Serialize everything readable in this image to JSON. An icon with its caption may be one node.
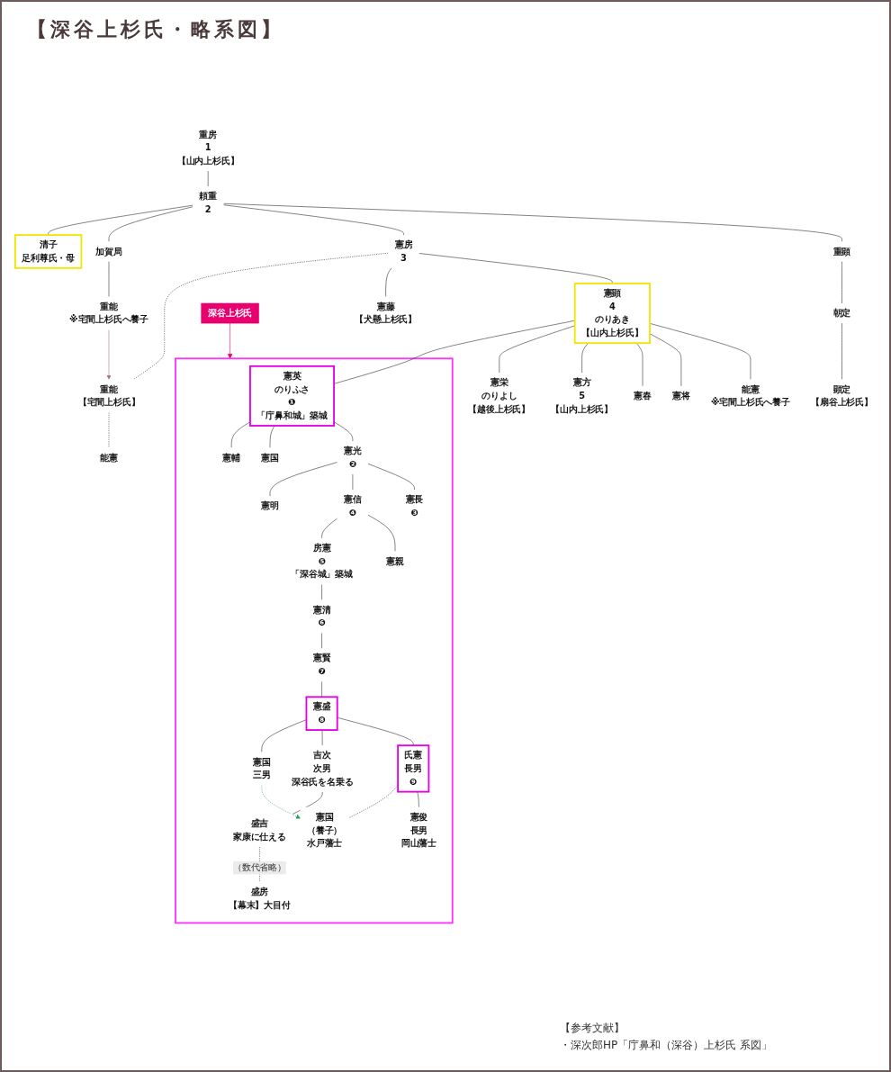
{
  "diagram": {
    "title": "【深谷上杉氏・略系図】",
    "nodes": [
      {
        "text": [
          "重房",
          "1",
          "【山内上杉氏】"
        ]
      },
      {
        "text": [
          "頼重",
          "2"
        ]
      },
      {
        "text": [
          "清子",
          "足利尊氏・母"
        ]
      },
      {
        "text": [
          "加賀局"
        ]
      },
      {
        "text": [
          "重能",
          "※宅間上杉氏へ養子"
        ]
      },
      {
        "text": [
          "憲房",
          "3"
        ]
      },
      {
        "text": [
          "重能",
          "【宅間上杉氏】"
        ]
      },
      {
        "text": [
          "能憲"
        ]
      },
      {
        "text": [
          "憲藤",
          "【犬懸上杉氏】"
        ]
      },
      {
        "text": [
          "深谷上杉氏"
        ]
      },
      {
        "text": [
          "憲顕",
          "4",
          "のりあき",
          "【山内上杉氏】"
        ]
      },
      {
        "text": [
          "重顕"
        ]
      },
      {
        "text": [
          "朝定"
        ]
      },
      {
        "text": [
          "顕定",
          "【扇谷上杉氏】"
        ]
      },
      {
        "text": [],
        "shape": "box"
      },
      {
        "text": [
          "憲英",
          "のりふさ",
          "❶",
          "「庁鼻和城」築城"
        ],
        "in": 14
      },
      {
        "text": [
          "憲栄",
          "のりよし",
          "【越後上杉氏】"
        ]
      },
      {
        "text": [
          "憲方",
          "5",
          "【山内上杉氏】"
        ]
      },
      {
        "text": [
          "憲春"
        ]
      },
      {
        "text": [
          "憲将"
        ]
      },
      {
        "text": [
          "能憲",
          "※宅間上杉氏へ養子"
        ]
      },
      {
        "text": [
          "憲輔"
        ],
        "in": 14
      },
      {
        "text": [
          "憲国"
        ],
        "in": 14
      },
      {
        "text": [
          "憲光",
          "❷"
        ],
        "in": 14
      },
      {
        "text": [
          "憲明"
        ],
        "in": 14
      },
      {
        "text": [
          "憲信",
          "❹"
        ],
        "in": 14
      },
      {
        "text": [
          "憲長",
          "❸"
        ],
        "in": 14
      },
      {
        "text": [
          "房憲",
          "❺",
          "「深谷城」築城"
        ],
        "in": 14
      },
      {
        "text": [
          "憲親"
        ],
        "in": 14
      },
      {
        "text": [
          "憲清",
          "❻"
        ],
        "in": 14
      },
      {
        "text": [
          "憲賢",
          "❼"
        ],
        "in": 14
      },
      {
        "text": [
          "憲盛",
          "❽"
        ],
        "in": 14
      },
      {
        "text": [
          "憲国",
          "三男"
        ],
        "in": 14
      },
      {
        "text": [
          "吉次",
          "次男",
          "深谷氏を名乗る"
        ],
        "in": 14
      },
      {
        "text": [
          "氏憲",
          "長男",
          "❾"
        ],
        "in": 14
      },
      {
        "text": [
          "盛吉",
          "家康に仕える"
        ],
        "in": 14
      },
      {
        "text": [
          "憲国",
          "（養子）",
          "水戸藩士"
        ],
        "in": 14
      },
      {
        "text": [
          "憲俊",
          "長男",
          "岡山藩士"
        ],
        "in": 14
      },
      {
        "text": [
          "盛房",
          "【幕末】大目付"
        ],
        "in": 14
      }
    ],
    "edges": [
      {
        "from": 0,
        "to": 1,
        "arrow": "none"
      },
      {
        "from": 1,
        "to": 2,
        "arrow": "none"
      },
      {
        "from": 1,
        "to": 3,
        "arrow": "none"
      },
      {
        "from": 1,
        "to": 5,
        "arrow": "none"
      },
      {
        "from": 1,
        "to": 11,
        "arrow": "none"
      },
      {
        "from": 3,
        "to": 4,
        "arrow": "none"
      },
      {
        "from": 4,
        "to": 6,
        "arrow": "to",
        "color": "#a07a85"
      },
      {
        "from": 5,
        "to": 6,
        "arrow": "none",
        "style": "dashed"
      },
      {
        "from": 5,
        "to": 8,
        "arrow": "none"
      },
      {
        "from": 5,
        "to": 10,
        "arrow": "none"
      },
      {
        "from": 6,
        "to": 7,
        "arrow": "none",
        "style": "dashed"
      },
      {
        "from": 9,
        "to": 14,
        "arrow": "to",
        "color": "#e8006e"
      },
      {
        "from": 10,
        "to": 15,
        "arrow": "none"
      },
      {
        "from": 10,
        "to": 16,
        "arrow": "none"
      },
      {
        "from": 10,
        "to": 17,
        "arrow": "none"
      },
      {
        "from": 10,
        "to": 18,
        "arrow": "none"
      },
      {
        "from": 10,
        "to": 19,
        "arrow": "none"
      },
      {
        "from": 10,
        "to": 20,
        "arrow": "none"
      },
      {
        "from": 11,
        "to": 12,
        "arrow": "none"
      },
      {
        "from": 12,
        "to": 13,
        "arrow": "none"
      },
      {
        "from": 15,
        "to": 21,
        "arrow": "none"
      },
      {
        "from": 15,
        "to": 22,
        "arrow": "none"
      },
      {
        "from": 15,
        "to": 23,
        "arrow": "none"
      },
      {
        "from": 23,
        "to": 24,
        "arrow": "none"
      },
      {
        "from": 23,
        "to": 25,
        "arrow": "none"
      },
      {
        "from": 23,
        "to": 26,
        "arrow": "none"
      },
      {
        "from": 25,
        "to": 27,
        "arrow": "none"
      },
      {
        "from": 25,
        "to": 28,
        "arrow": "none"
      },
      {
        "from": 27,
        "to": 29,
        "arrow": "none"
      },
      {
        "from": 29,
        "to": 30,
        "arrow": "none"
      },
      {
        "from": 30,
        "to": 31,
        "arrow": "none"
      },
      {
        "from": 31,
        "to": 32,
        "arrow": "none"
      },
      {
        "from": 31,
        "to": 33,
        "arrow": "none"
      },
      {
        "from": 31,
        "to": 34,
        "arrow": "none"
      },
      {
        "from": 33,
        "to": 35,
        "arrow": "none"
      },
      {
        "from": 35,
        "to": 38,
        "arrow": "none",
        "style": "dashed",
        "label": "（数代省略）"
      },
      {
        "from": 34,
        "to": 36,
        "arrow": "none",
        "style": "dashed"
      },
      {
        "from": 34,
        "to": 37,
        "arrow": "none"
      },
      {
        "from": 32,
        "to": 36,
        "arrow": "to",
        "style": "dashed",
        "color": "#22aa55"
      }
    ],
    "labels": [
      "【参考文献】",
      "・深次郎HP「庁鼻和（深谷）上杉氏 系図」"
    ]
  }
}
